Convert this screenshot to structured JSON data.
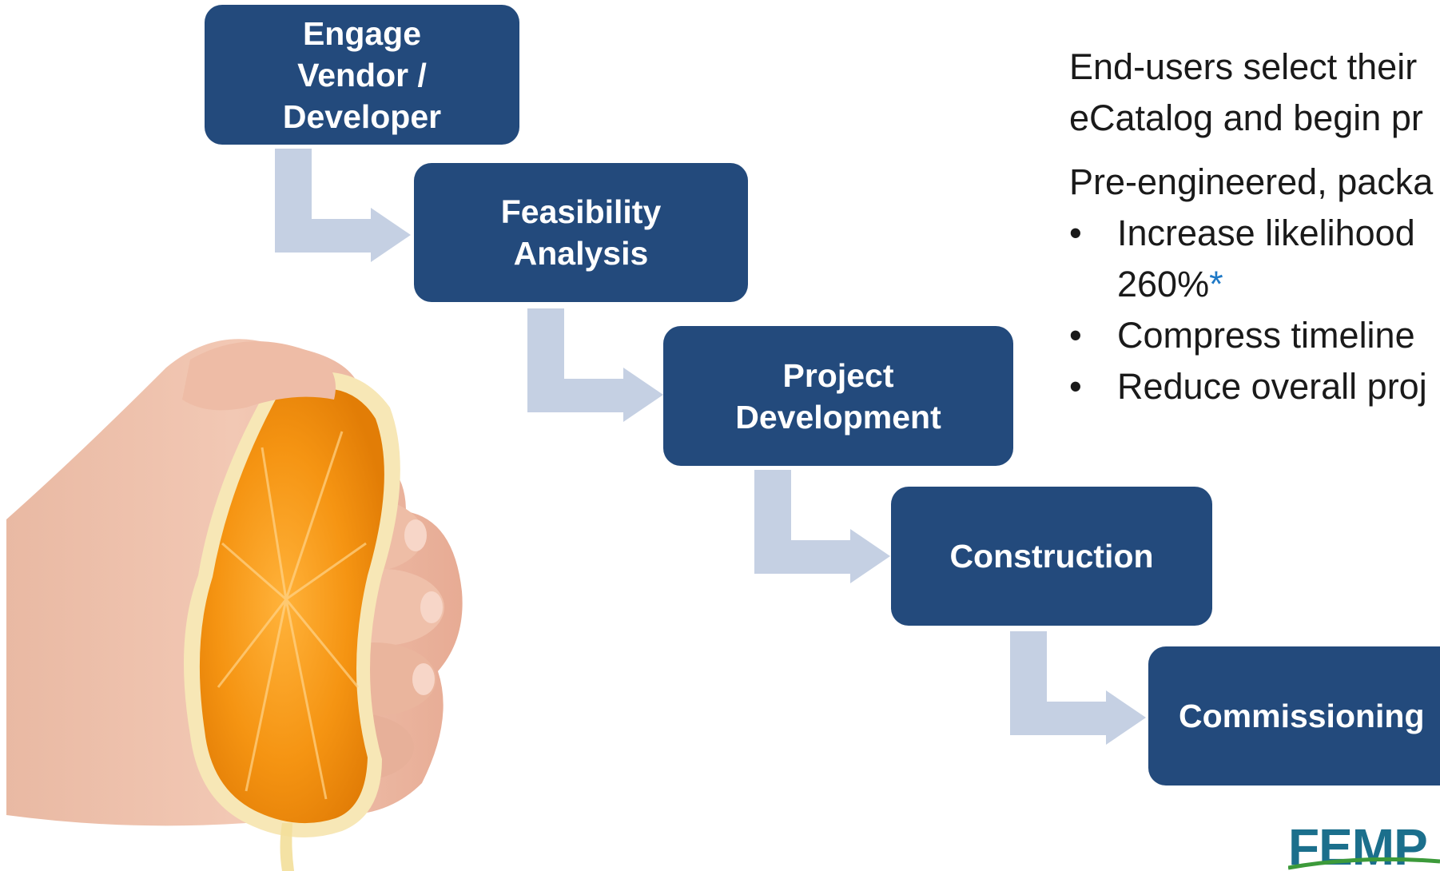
{
  "steps": [
    {
      "label": "Engage\nVendor /\nDeveloper"
    },
    {
      "label": "Feasibility\nAnalysis"
    },
    {
      "label": "Project\nDevelopment"
    },
    {
      "label": "Construction"
    },
    {
      "label": "Commissioning"
    }
  ],
  "body_text": {
    "paragraph1_line1": "End-users select their",
    "paragraph1_line2": "eCatalog and begin pr",
    "paragraph2": "Pre-engineered, packa",
    "bullets": [
      {
        "line1": "Increase likelihood",
        "line2": "260%",
        "footnote_mark": "*"
      },
      {
        "line1": "Compress timeline"
      },
      {
        "line1": "Reduce overall proj"
      }
    ],
    "bullet_symbol": "•"
  },
  "logo": {
    "text": "FEMP"
  },
  "colors": {
    "step_fill": "#234a7c",
    "arrow_fill": "#c5d0e3",
    "title_blue": "#1f79c6",
    "logo_teal": "#1b6f8c",
    "logo_green": "#3c9a3a"
  },
  "icons": {
    "hand_image": "hand-squeezing-orange"
  }
}
